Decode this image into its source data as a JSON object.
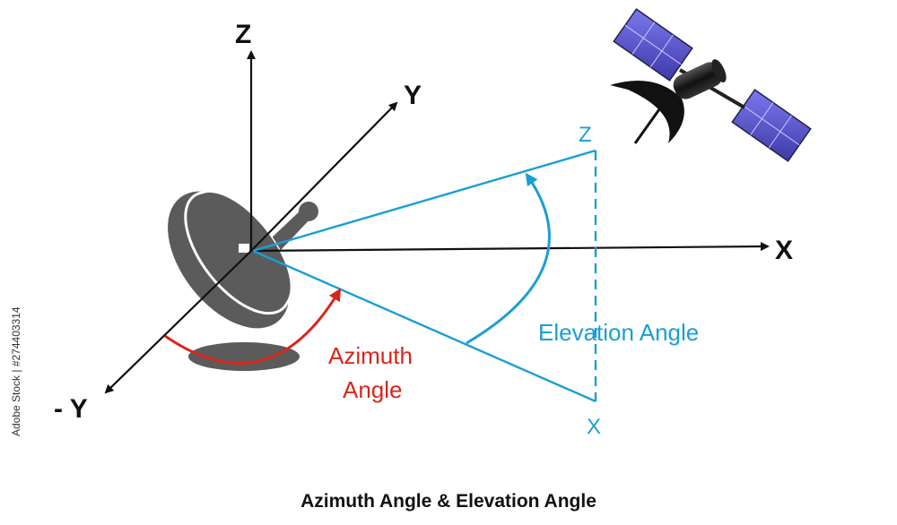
{
  "axes": {
    "z": "Z",
    "y": "Y",
    "neg_y": "- Y",
    "x": "X"
  },
  "triangle": {
    "z": "Z",
    "x": "X"
  },
  "labels": {
    "elevation": "Elevation Angle",
    "azimuth_line1": "Azimuth",
    "azimuth_line2": "Angle"
  },
  "caption": "Azimuth Angle & Elevation Angle",
  "stock_id": "Adobe Stock | #274403314",
  "colors": {
    "axis": "#111111",
    "elevation": "#1a9fd4",
    "azimuth": "#d9251c",
    "dish": "#5b5b5b",
    "panel": "#5e5bd4"
  }
}
